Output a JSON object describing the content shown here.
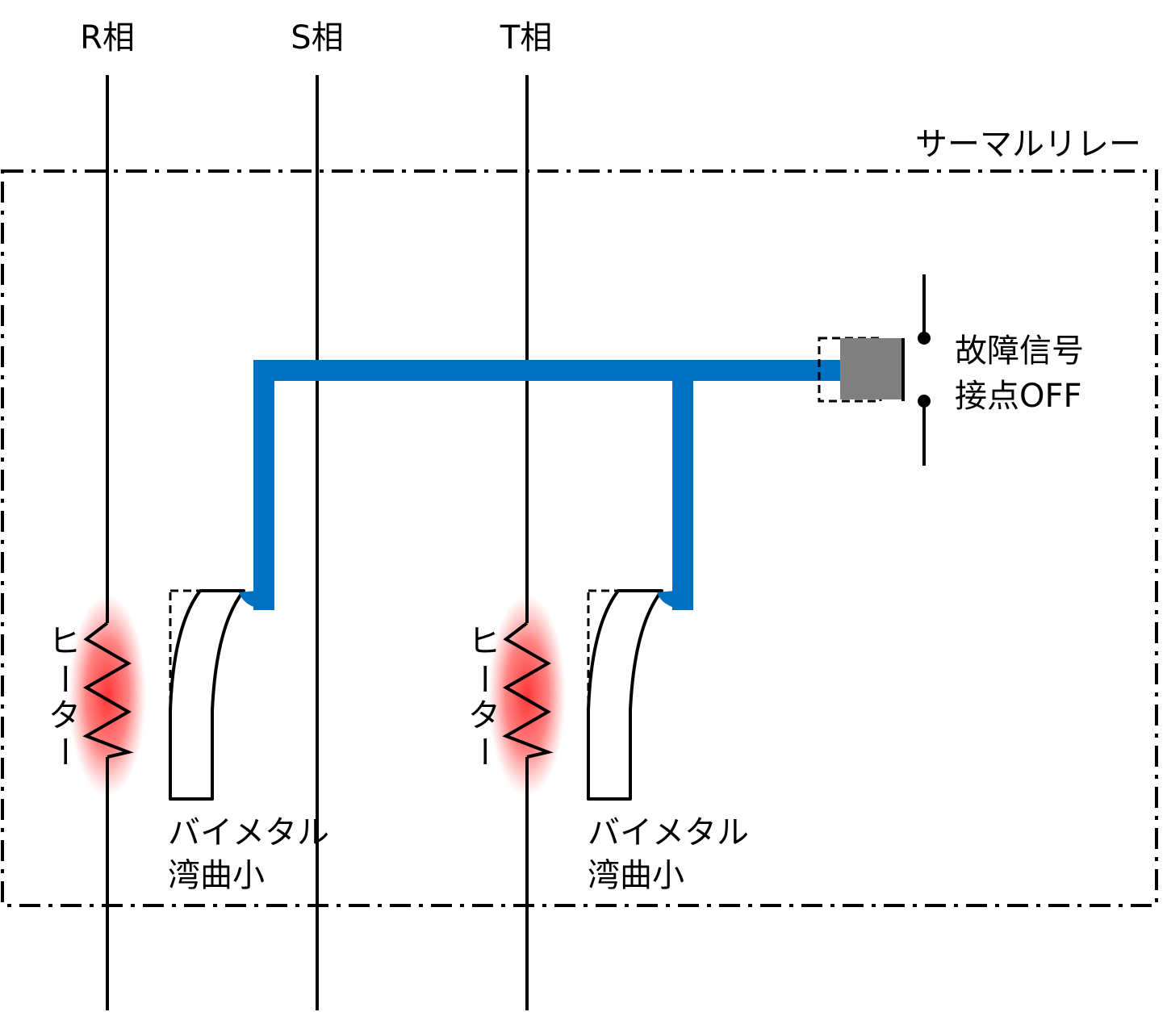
{
  "phases": [
    {
      "label": "R相"
    },
    {
      "label": "S相"
    },
    {
      "label": "T相"
    }
  ],
  "relay_label": "サーマルリレー",
  "heater_label": [
    "ヒ",
    "ー",
    "タ",
    "ー"
  ],
  "bimetal_label": [
    "バイメタル",
    "湾曲小"
  ],
  "contact_label": [
    "故障信号",
    "接点OFF"
  ],
  "colors": {
    "linkage": "#0070c0",
    "heat_glow": "#ff2020",
    "contact_block": "#808080",
    "line": "#000000"
  }
}
